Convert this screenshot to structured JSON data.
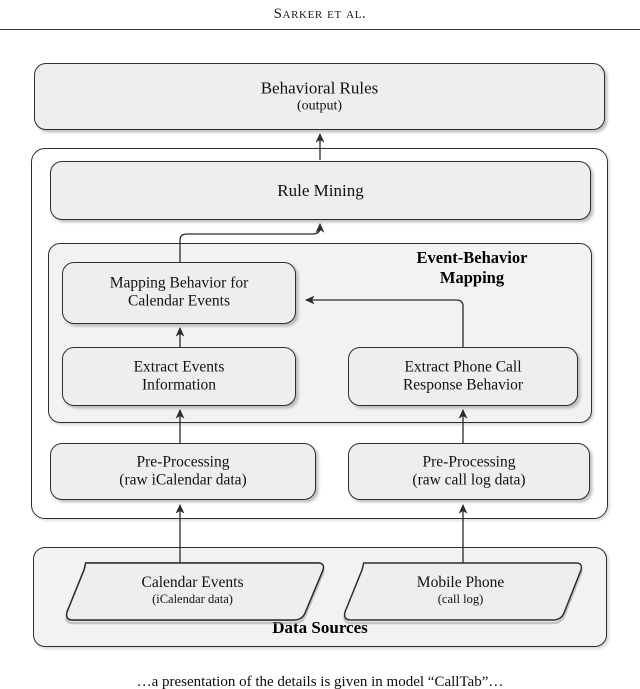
{
  "page": {
    "running_head": "Sarker et al.",
    "caption": "…a presentation of the details is given in model “CallTab”…"
  },
  "diagram": {
    "output_box": {
      "line1": "Behavioral Rules",
      "line2": "(output)"
    },
    "rule_mining": {
      "label": "Rule Mining"
    },
    "event_behavior_group": {
      "title_line1": "Event-Behavior",
      "title_line2": "Mapping"
    },
    "mapping_behavior": {
      "line1": "Mapping Behavior for",
      "line2": "Calendar Events"
    },
    "extract_events": {
      "line1": "Extract Events",
      "line2": "Information"
    },
    "extract_phone_call": {
      "line1": "Extract Phone Call",
      "line2": "Response Behavior"
    },
    "preprocess_calendar": {
      "line1": "Pre-Processing",
      "line2": "(raw iCalendar data)"
    },
    "preprocess_calllog": {
      "line1": "Pre-Processing",
      "line2": "(raw call log data)"
    },
    "data_sources_group": {
      "title": "Data Sources"
    },
    "source_calendar": {
      "line1": "Calendar Events",
      "line2": "(iCalendar data)"
    },
    "source_phone": {
      "line1": "Mobile Phone",
      "line2": "(call log)"
    }
  },
  "colors": {
    "box_fill": "#eeeeee",
    "group_fill": "#f2f2f2",
    "stroke": "#2e2e2e",
    "text": "#111111"
  }
}
